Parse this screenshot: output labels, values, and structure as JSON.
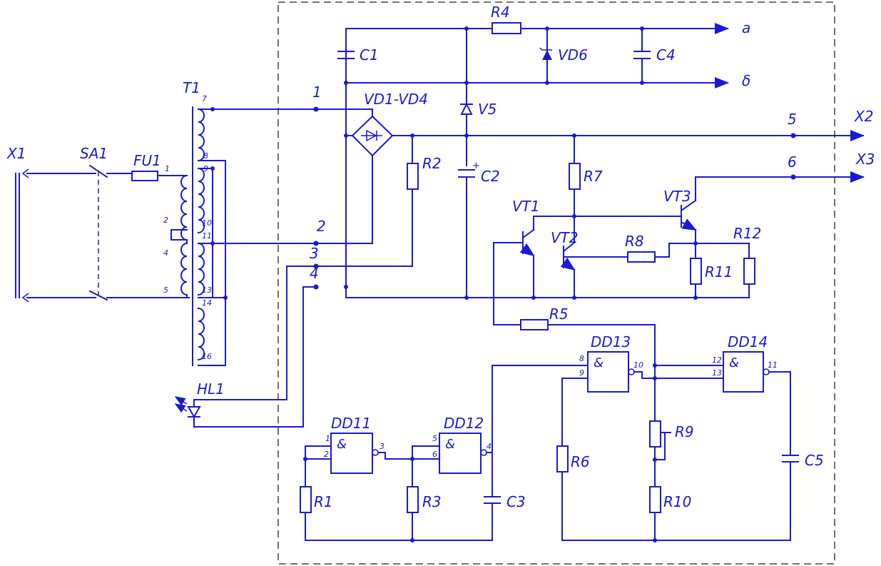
{
  "labels": {
    "x1": "X1",
    "sa1": "SA1",
    "fu1": "FU1",
    "t1": "T1",
    "c1": "C1",
    "c2": "C2",
    "c3": "C3",
    "c4": "C4",
    "c5": "C5",
    "r1": "R1",
    "r2": "R2",
    "r3": "R3",
    "r4": "R4",
    "r5": "R5",
    "r6": "R6",
    "r7": "R7",
    "r8": "R8",
    "r9": "R9",
    "r10": "R10",
    "r11": "R11",
    "r12": "R12",
    "vd_bridge": "VD1-VD4",
    "v5": "V5",
    "vd6": "VD6",
    "vt1": "VT1",
    "vt2": "VT2",
    "vt3": "VT3",
    "dd11": "DD11",
    "dd12": "DD12",
    "dd13": "DD13",
    "dd14": "DD14",
    "hl1": "HL1",
    "x2": "X2",
    "x3": "X3",
    "out_a": "a",
    "out_b": "δ"
  },
  "nodes": {
    "n1": "1",
    "n2": "2",
    "n3": "3",
    "n4": "4",
    "n5": "5",
    "n6": "6"
  },
  "gate_symbol": "&",
  "polarity": "+",
  "pins": {
    "t1_7": "7",
    "t1_8": "8",
    "t1_9": "9",
    "t1_10": "10",
    "t1_11": "11",
    "t1_13": "13",
    "t1_14": "14",
    "t1_16": "16",
    "t1_p1": "1",
    "t1_p2": "2",
    "t1_p4": "4",
    "t1_p5": "5",
    "dd11_1": "1",
    "dd11_2": "2",
    "dd11_3": "3",
    "dd12_5": "5",
    "dd12_6": "6",
    "dd12_4": "4",
    "dd13_8": "8",
    "dd13_9": "9",
    "dd13_10": "10",
    "dd14_12": "12",
    "dd14_13": "13",
    "dd14_11": "11"
  }
}
